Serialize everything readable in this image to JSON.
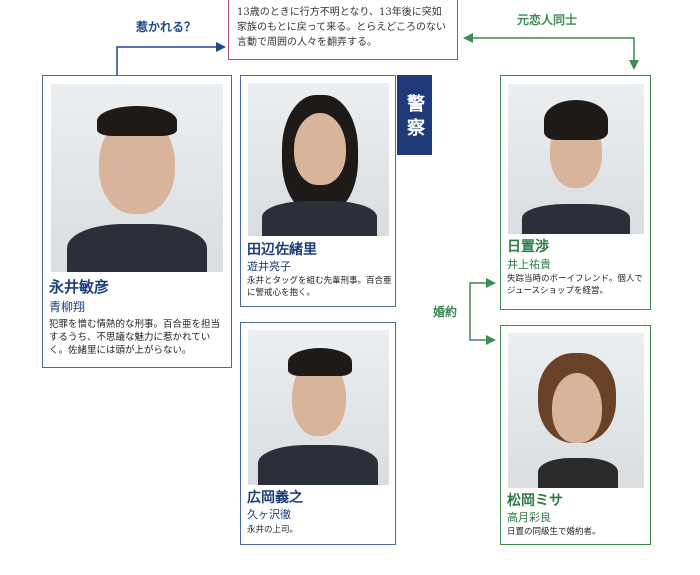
{
  "center_description": "13歳のときに行方不明となり、13年後に突如家族のもとに戻って来る。とらえどころのない言動で周囲の人々を翻弄する。",
  "relations": {
    "attracted": "惹かれる？",
    "ex_lovers": "元恋人同士",
    "engaged": "婚約"
  },
  "police_label": "警察",
  "characters": [
    {
      "name": "永井敏彦",
      "actor": "青柳翔",
      "description": "犯罪を憎む情熱的な刑事。百合亜を担当するうち、不思議な魅力に惹かれていく。佐緒里には頭が上がらない。"
    },
    {
      "name": "田辺佐緒里",
      "actor": "遊井亮子",
      "description": "永井とタッグを組む先輩刑事。百合亜に警戒心を抱く。"
    },
    {
      "name": "広岡義之",
      "actor": "久ヶ沢徹",
      "description": "永井の上司。"
    },
    {
      "name": "日置渉",
      "actor": "井上祐貴",
      "description": "失踪当時のボーイフレンド。個人でジュースショップを経営。"
    },
    {
      "name": "松岡ミサ",
      "actor": "高月彩良",
      "description": "日置の同級生で婚約者。"
    }
  ],
  "colors": {
    "police": "#1e3a78",
    "green": "#3f8a55",
    "red": "#b05060"
  }
}
